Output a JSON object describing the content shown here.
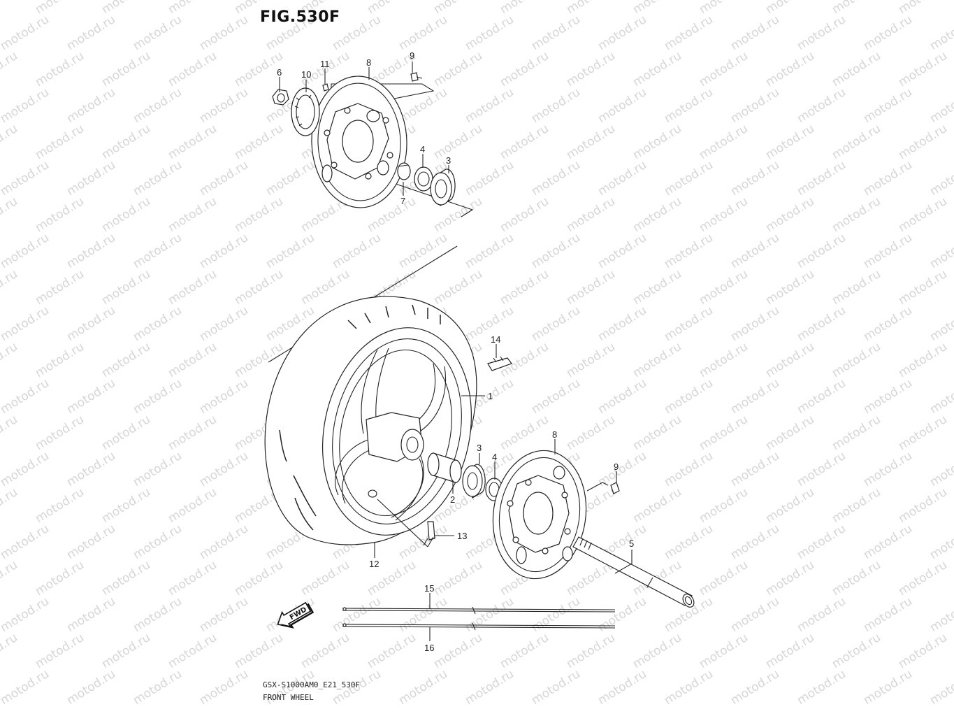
{
  "figure": {
    "title": "FIG.530F",
    "model_code": "GSX-S1000AM0_E21_530F",
    "section_name": "FRONT WHEEL"
  },
  "watermark": {
    "text": "motod.ru"
  },
  "callouts": {
    "c1": "1",
    "c2": "2",
    "c3a": "3",
    "c3b": "3",
    "c4a": "4",
    "c4b": "4",
    "c5": "5",
    "c6": "6",
    "c7": "7",
    "c8a": "8",
    "c8b": "8",
    "c9a": "9",
    "c9b": "9",
    "c10": "10",
    "c11": "11",
    "c12": "12",
    "c13": "13",
    "c14": "14",
    "c15": "15",
    "c16": "16"
  },
  "fwd_arrow": {
    "label": "FWD"
  }
}
